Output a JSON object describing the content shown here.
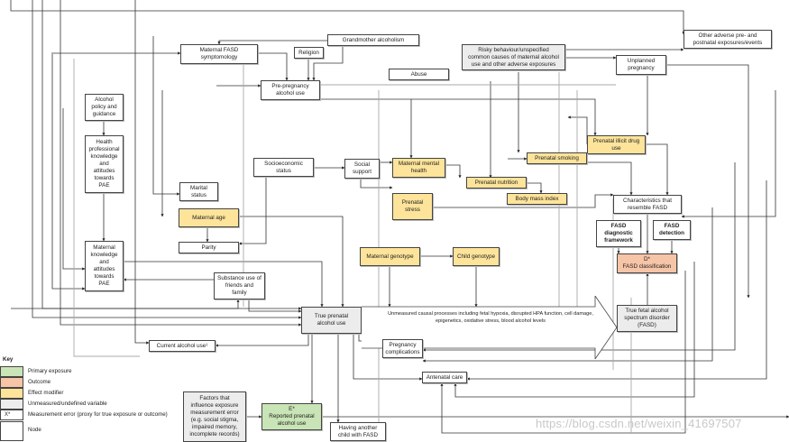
{
  "nodes": {
    "maternal_fasd_symptomology": "Maternal FASD\nsymptomology",
    "religion": "Religion",
    "grandmother_alcoholism": "Grandmother alcoholism",
    "risky_behaviour": "Risky behaviour/unspecified\ncommon causes of maternal alcohol\nuse and other adverse exposures",
    "other_adverse": "Other adverse pre- and\npostnatal exposures/events",
    "unplanned_pregnancy": "Unplanned\npregnancy",
    "abuse": "Abuse",
    "pre_pregnancy_alcohol": "Pre-pregnancy\nalcohol use",
    "alcohol_policy": "Alcohol\npolicy and\nguidance",
    "health_professional": "Health\nprofessional\nknowledge\nand\nattitudes\ntowards\nPAE",
    "socioeconomic_status": "Socioeconomic\nstatus",
    "social_support": "Social\nsupport",
    "maternal_mental_health": "Maternal mental\nhealth",
    "prenatal_illicit_drug": "Prenatal illicit drug\nuse",
    "prenatal_smoking": "Prenatal smoking",
    "prenatal_nutrition": "Prenatal nutrition",
    "body_mass_index": "Body mass index",
    "prenatal_stress": "Prenatal\nstress",
    "characteristics_resemble": "Characteristics that\nresemble FASD",
    "marital_status": "Marital\nstatus",
    "maternal_age": "Maternal age",
    "parity": "Parity",
    "fasd_diagnostic_framework": "FASD\ndiagnostic\nframework",
    "fasd_detection": "FASD\ndetection",
    "fasd_classification": "D*\nFASD classification",
    "maternal_genotype": "Maternal genotype",
    "child_genotype": "Child genotype",
    "maternal_knowledge": "Maternal\nknowledge\nand\nattitudes\ntowards\nPAE",
    "substance_use_friends": "Substance use of\nfriends and\nfamily",
    "true_prenatal_alcohol": "True prenatal\nalcohol use",
    "unmeasured_processes": "Unmeasured causal processes including fetal hypoxia, disrupted HPA function, cell damage,\nepigenetics, oxidative stress, blood alcohol levels",
    "true_fasd": "True fetal alcohol\nspectrum disorder\n(FASD)",
    "current_alcohol_use": "Current alcohol use¹",
    "pregnancy_complications": "Pregnancy\ncomplications",
    "antenatal_care": "Antenatal care",
    "factors_measurement_error": "Factors that\ninfluence exposure\nmeasurement error\n(e.g. social stigma,\nimpaired memory,\nincomplete records)",
    "reported_prenatal_alcohol": "E*\nReported prenatal\nalcohol use",
    "having_another_child": "Having another\nchild with FASD"
  },
  "key": {
    "title": "Key",
    "items": [
      {
        "label": "Primary exposure",
        "swatch": "",
        "color": "#c9e4b6"
      },
      {
        "label": "Outcome",
        "swatch": "",
        "color": "#f6c4a6"
      },
      {
        "label": "Effect modifier",
        "swatch": "",
        "color": "#fde49a"
      },
      {
        "label": "Unmeasured/undefined variable",
        "swatch": "",
        "color": "#ececec"
      },
      {
        "label": "Measurement error (proxy for true exposure or outcome)",
        "swatch": "X*",
        "color": "#ffffff"
      },
      {
        "label": "Node",
        "swatch": "",
        "color": "#ffffff"
      }
    ]
  },
  "watermark": "https://blog.csdn.net/weixin_41697507"
}
